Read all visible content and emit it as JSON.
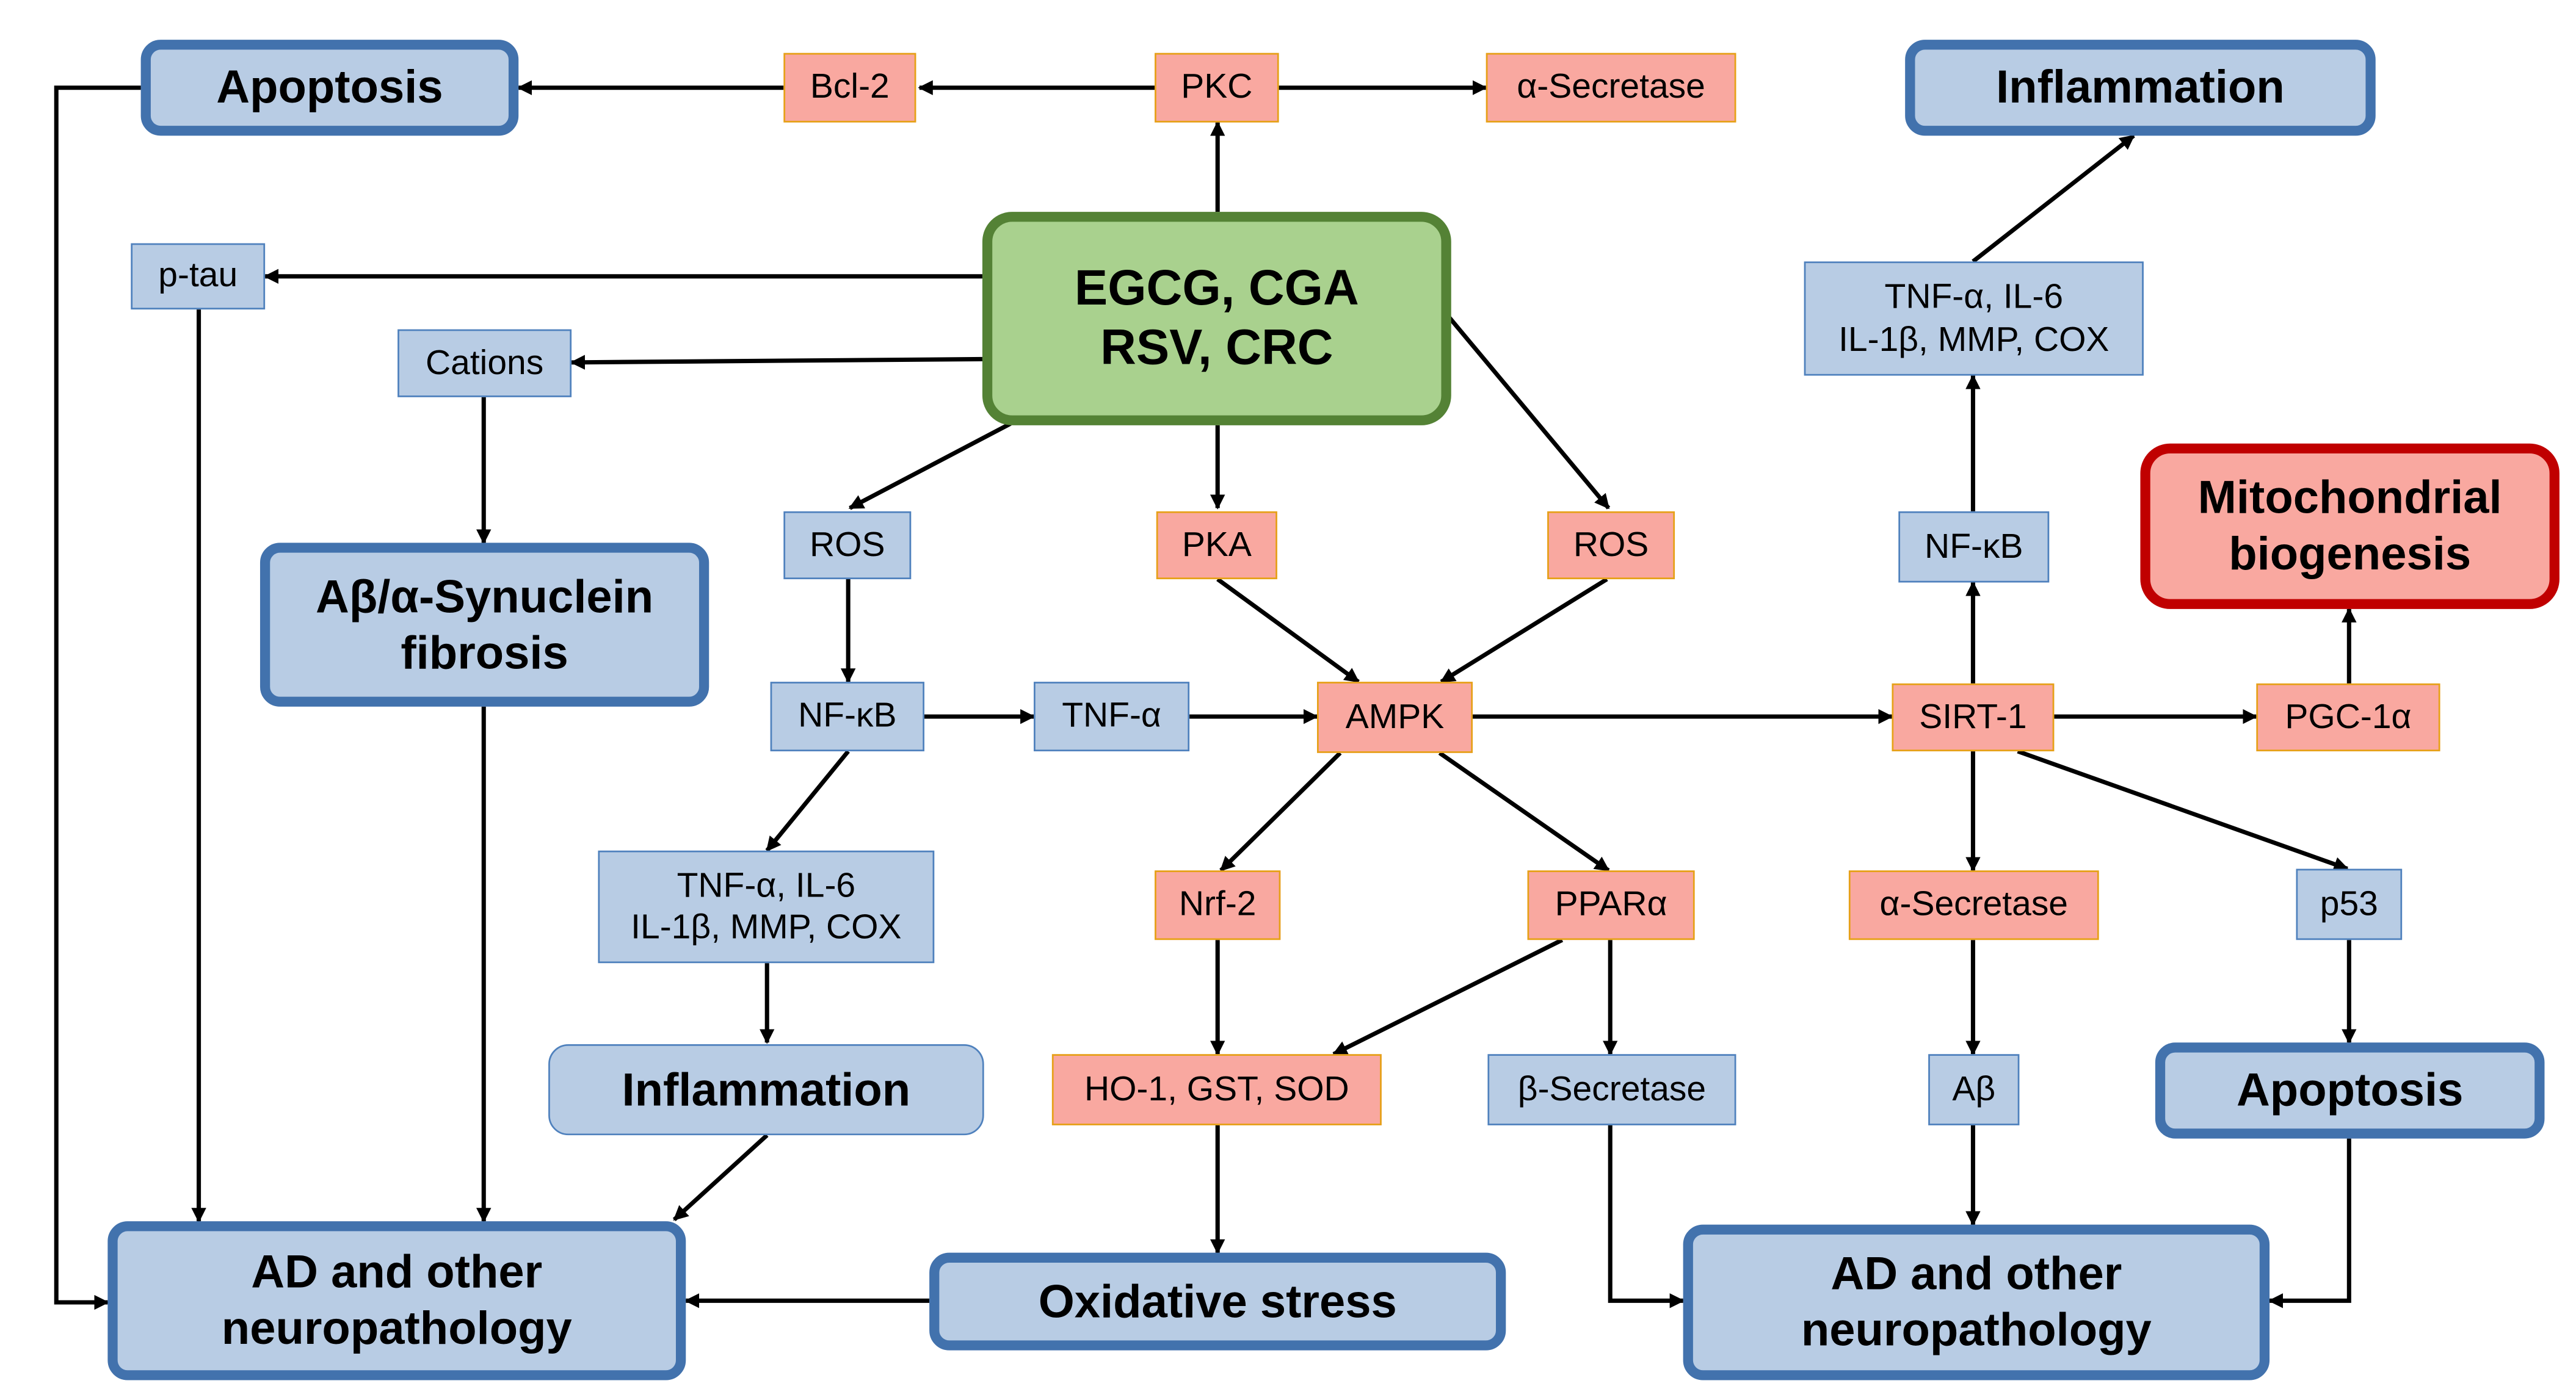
{
  "center": "EGCG, CGA\nRSV, CRC",
  "top_row": {
    "apoptosis": "Apoptosis",
    "bcl2": "Bcl-2",
    "pkc": "PKC",
    "alpha_secretase": "α-Secretase",
    "inflammation": "Inflammation"
  },
  "left": {
    "p_tau": "p-tau",
    "cations": "Cations",
    "fibrosis": "Aβ/α-Synuclein\nfibrosis",
    "ros": "ROS",
    "nfkb": "NF-κB",
    "tnfa": "TNF-α",
    "cytokines": "TNF-α, IL-6\nIL-1β, MMP, COX",
    "inflammation": "Inflammation",
    "ad": "AD and other\nneuropathology"
  },
  "middle": {
    "pka": "PKA",
    "ros": "ROS",
    "ampk": "AMPK",
    "nrf2": "Nrf-2",
    "ppara": "PPARα",
    "antioxidants": "HO-1, GST, SOD",
    "beta_secretase": "β-Secretase",
    "oxidative_stress": "Oxidative stress"
  },
  "right": {
    "cytokines": "TNF-α, IL-6\nIL-1β, MMP, COX",
    "nfkb": "NF-κB",
    "mito": "Mitochondrial\nbiogenesis",
    "sirt1": "SIRT-1",
    "pgc1a": "PGC-1α",
    "alpha_secretase": "α-Secretase",
    "p53": "p53",
    "abeta": "Aβ",
    "apoptosis": "Apoptosis",
    "ad": "AD and other\nneuropathology"
  },
  "colors": {
    "promoted_fill": "#f9a8a0",
    "promoted_border": "#e6a117",
    "inhibited_fill": "#b8cce4",
    "inhibited_border": "#4f81bd",
    "compound_fill": "#a9d18e",
    "compound_border": "#548235",
    "outcome_border": "#4272ad",
    "mito_border": "#c00000",
    "arrow": "#000000"
  }
}
